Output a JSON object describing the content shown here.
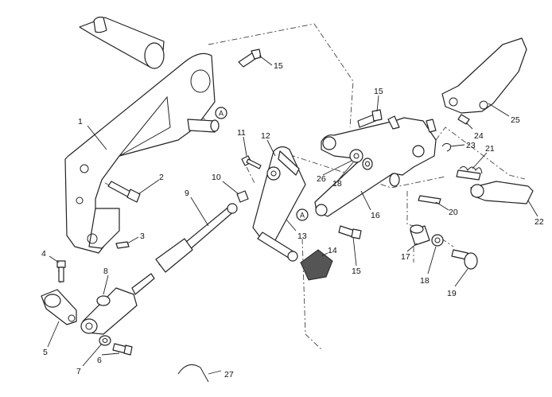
{
  "callouts": [
    {
      "id": "c1",
      "label": "1"
    },
    {
      "id": "c2",
      "label": "2"
    },
    {
      "id": "c3",
      "label": "3"
    },
    {
      "id": "c4",
      "label": "4"
    },
    {
      "id": "c5",
      "label": "5"
    },
    {
      "id": "c6",
      "label": "6"
    },
    {
      "id": "c7",
      "label": "7"
    },
    {
      "id": "c8",
      "label": "8"
    },
    {
      "id": "c9",
      "label": "9"
    },
    {
      "id": "c10",
      "label": "10"
    },
    {
      "id": "c11",
      "label": "11"
    },
    {
      "id": "c12",
      "label": "12"
    },
    {
      "id": "c13",
      "label": "13"
    },
    {
      "id": "c14",
      "label": "14"
    },
    {
      "id": "c15a",
      "label": "15"
    },
    {
      "id": "c15b",
      "label": "15"
    },
    {
      "id": "c15c",
      "label": "15"
    },
    {
      "id": "c16",
      "label": "16"
    },
    {
      "id": "c17",
      "label": "17"
    },
    {
      "id": "c18a",
      "label": "18"
    },
    {
      "id": "c18b",
      "label": "18"
    },
    {
      "id": "c19",
      "label": "19"
    },
    {
      "id": "c20",
      "label": "20"
    },
    {
      "id": "c21",
      "label": "21"
    },
    {
      "id": "c22",
      "label": "22"
    },
    {
      "id": "c23",
      "label": "23"
    },
    {
      "id": "c24",
      "label": "24"
    },
    {
      "id": "c25",
      "label": "25"
    },
    {
      "id": "c26",
      "label": "26"
    },
    {
      "id": "c27",
      "label": "27"
    }
  ],
  "reference_marks": [
    {
      "id": "refA1",
      "label": "A"
    },
    {
      "id": "refA2",
      "label": "A"
    }
  ]
}
